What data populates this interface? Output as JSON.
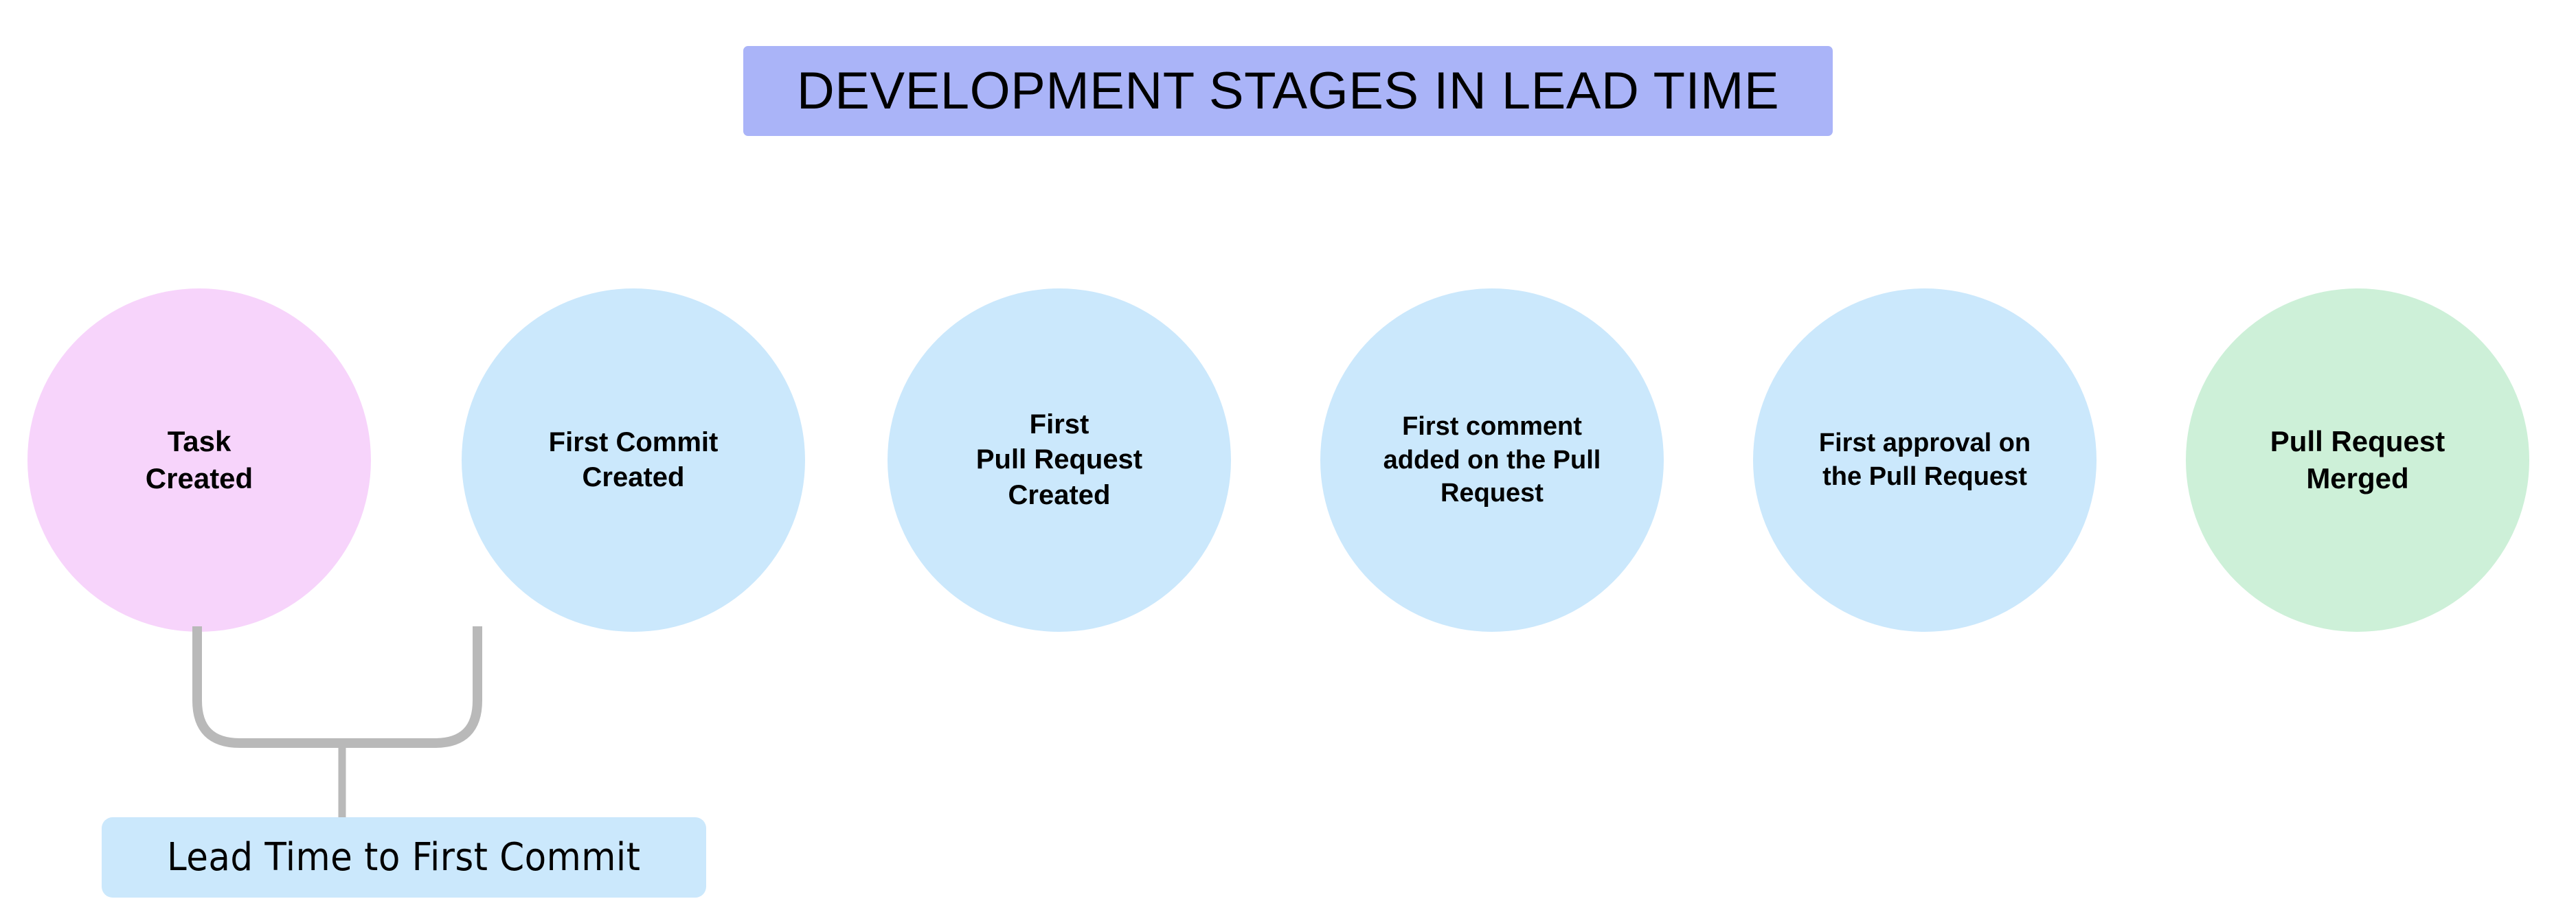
{
  "diagram": {
    "title": "DEVELOPMENT STAGES IN LEAD TIME",
    "background_color": "#ffffff",
    "title_background_color": "#aab4f8",
    "connector_color": "#b9b9b9",
    "stages": [
      {
        "id": "task-created",
        "label": "Task\nCreated",
        "fill": "#f7d4fb",
        "order": 1
      },
      {
        "id": "first-commit-created",
        "label": "First Commit\nCreated",
        "fill": "#cbe8fc",
        "order": 2
      },
      {
        "id": "first-pull-request-created",
        "label": "First\nPull Request\nCreated",
        "fill": "#cbe8fc",
        "order": 3
      },
      {
        "id": "first-comment-on-pull-request",
        "label": "First comment\nadded on the Pull\nRequest",
        "fill": "#cbe8fc",
        "order": 4
      },
      {
        "id": "first-approval-on-pull-request",
        "label": "First approval on\nthe Pull Request",
        "fill": "#cbe8fc",
        "order": 5
      },
      {
        "id": "pull-request-merged",
        "label": "Pull Request\nMerged",
        "fill": "#cdf0d8",
        "order": 6
      }
    ],
    "annotations": [
      {
        "id": "lead-time-to-first-commit",
        "label": "Lead Time to First Commit",
        "fill": "#cbe8fc",
        "spans": [
          "task-created",
          "first-commit-created"
        ]
      }
    ]
  }
}
